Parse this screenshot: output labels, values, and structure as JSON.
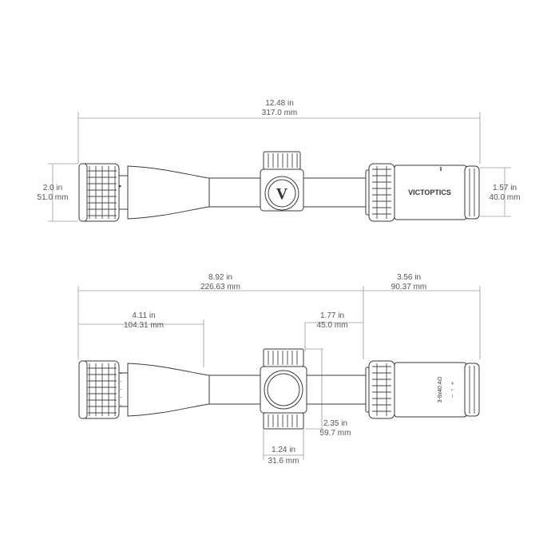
{
  "brand": "VICTOPTICS",
  "model_marking": "3-9x40 AO",
  "turret_marks": [
    "+",
    "↑",
    "−"
  ],
  "dimensions": {
    "overall": {
      "imperial": "12.48 in",
      "metric": "317.0 mm"
    },
    "objective_diameter": {
      "imperial": "2.0 in",
      "metric": "51.0 mm"
    },
    "eyepiece_diameter": {
      "imperial": "1.57 in",
      "metric": "40.0 mm"
    },
    "turret_to_objective": {
      "imperial": "8.92 in",
      "metric": "226.63 mm"
    },
    "eyepiece_length": {
      "imperial": "3.56 in",
      "metric": "90.37 mm"
    },
    "objective_bell_length": {
      "imperial": "4.11 in",
      "metric": "104.31 mm"
    },
    "turret_offset": {
      "imperial": "1.77 in",
      "metric": "45.0 mm"
    },
    "turret_height": {
      "imperial": "2.35 in",
      "metric": "59.7 mm"
    },
    "turret_width": {
      "imperial": "1.24 in",
      "metric": "31.6 mm"
    }
  },
  "colors": {
    "outline": "#3a3a3a",
    "dimension_line": "#9a9a9a",
    "dimension_text": "#555555"
  }
}
